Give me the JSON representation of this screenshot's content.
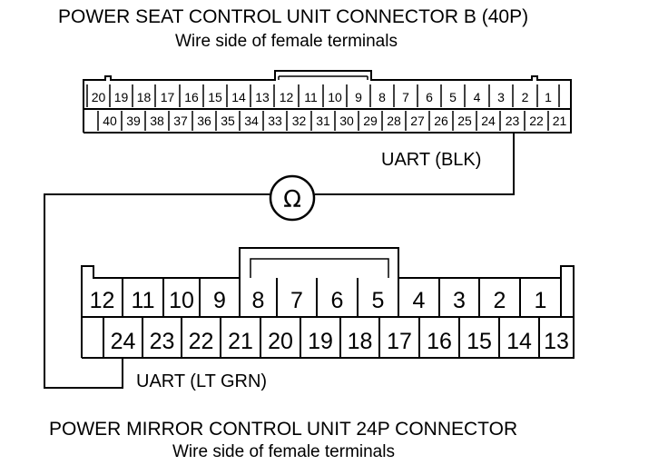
{
  "connector_b": {
    "title": "POWER SEAT CONTROL UNIT CONNECTOR B (40P)",
    "subtitle": "Wire side of female terminals",
    "top_row": [
      "20",
      "19",
      "18",
      "17",
      "16",
      "15",
      "14",
      "13",
      "12",
      "11",
      "10",
      "9",
      "8",
      "7",
      "6",
      "5",
      "4",
      "3",
      "2",
      "1"
    ],
    "bottom_row": [
      "40",
      "39",
      "38",
      "37",
      "36",
      "35",
      "34",
      "33",
      "32",
      "31",
      "30",
      "29",
      "28",
      "27",
      "26",
      "25",
      "24",
      "23",
      "22",
      "21"
    ],
    "wire_label": "UART (BLK)"
  },
  "meter_symbol": "Ω",
  "mirror_connector": {
    "title": "POWER MIRROR CONTROL UNIT 24P CONNECTOR",
    "subtitle": "Wire side of female terminals",
    "top_row": [
      "12",
      "11",
      "10",
      "9",
      "8",
      "7",
      "6",
      "5",
      "4",
      "3",
      "2",
      "1"
    ],
    "bottom_row": [
      "24",
      "23",
      "22",
      "21",
      "20",
      "19",
      "18",
      "17",
      "16",
      "15",
      "14",
      "13"
    ],
    "wire_label": "UART (LT GRN)"
  }
}
